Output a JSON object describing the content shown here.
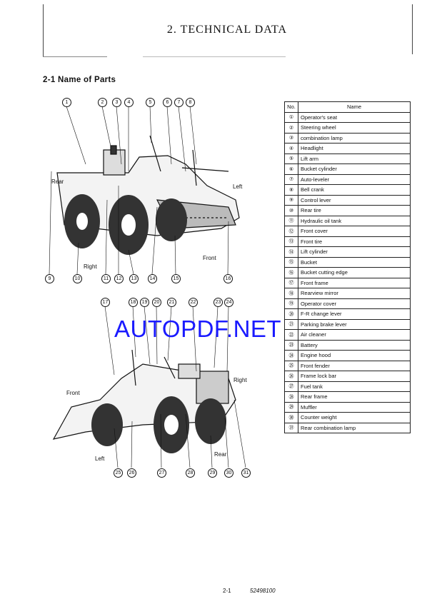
{
  "header": {
    "title": "2. TECHNICAL DATA"
  },
  "section": {
    "title": "2-1 Name of Parts"
  },
  "figure1": {
    "top_callouts": [
      "1",
      "2",
      "3",
      "4",
      "5",
      "6",
      "7",
      "8"
    ],
    "bottom_callouts": [
      "9",
      "10",
      "11",
      "12",
      "13",
      "14",
      "15",
      "16"
    ],
    "labels": {
      "rear": "Rear",
      "left": "Left",
      "right": "Right",
      "front": "Front"
    }
  },
  "figure2": {
    "top_callouts": [
      "17",
      "18",
      "19",
      "20",
      "21",
      "22",
      "23",
      "24"
    ],
    "bottom_callouts": [
      "25",
      "26",
      "27",
      "28",
      "29",
      "30",
      "31"
    ],
    "labels": {
      "front": "Front",
      "right": "Right",
      "left": "Left",
      "rear": "Rear"
    }
  },
  "table": {
    "headers": [
      "No.",
      "Name"
    ],
    "rows": [
      {
        "no": "①",
        "name": "Operator's seat"
      },
      {
        "no": "②",
        "name": "Steering wheel"
      },
      {
        "no": "③",
        "name": "combination lamp"
      },
      {
        "no": "④",
        "name": "Headlight"
      },
      {
        "no": "⑤",
        "name": "Lift arm"
      },
      {
        "no": "⑥",
        "name": "Bucket cylinder"
      },
      {
        "no": "⑦",
        "name": "Auto-leveler"
      },
      {
        "no": "⑧",
        "name": "Bell crank"
      },
      {
        "no": "⑨",
        "name": "Control lever"
      },
      {
        "no": "⑩",
        "name": "Rear tire"
      },
      {
        "no": "⑪",
        "name": "Hydraulic oil tank"
      },
      {
        "no": "⑫",
        "name": "Front cover"
      },
      {
        "no": "⑬",
        "name": "Front tire"
      },
      {
        "no": "⑭",
        "name": "Lift cylinder"
      },
      {
        "no": "⑮",
        "name": "Bucket"
      },
      {
        "no": "⑯",
        "name": "Bucket cutting edge"
      },
      {
        "no": "⑰",
        "name": "Front frame"
      },
      {
        "no": "⑱",
        "name": "Rearview mirror"
      },
      {
        "no": "⑲",
        "name": "Operator cover"
      },
      {
        "no": "⑳",
        "name": "F-R change lever"
      },
      {
        "no": "㉑",
        "name": "Parking brake lever"
      },
      {
        "no": "㉒",
        "name": "Air cleaner"
      },
      {
        "no": "㉓",
        "name": "Battery"
      },
      {
        "no": "㉔",
        "name": "Engine hood"
      },
      {
        "no": "㉕",
        "name": "Front fender"
      },
      {
        "no": "㉖",
        "name": "Frame lock bar"
      },
      {
        "no": "㉗",
        "name": "Fuel tank"
      },
      {
        "no": "㉘",
        "name": "Rear frame"
      },
      {
        "no": "㉙",
        "name": "Muffler"
      },
      {
        "no": "㉚",
        "name": "Counter weight"
      },
      {
        "no": "㉛",
        "name": "Rear combination lamp"
      }
    ]
  },
  "watermark": "AUTOPDF.NET",
  "footer": {
    "page": "2-1",
    "code": "52498100"
  }
}
